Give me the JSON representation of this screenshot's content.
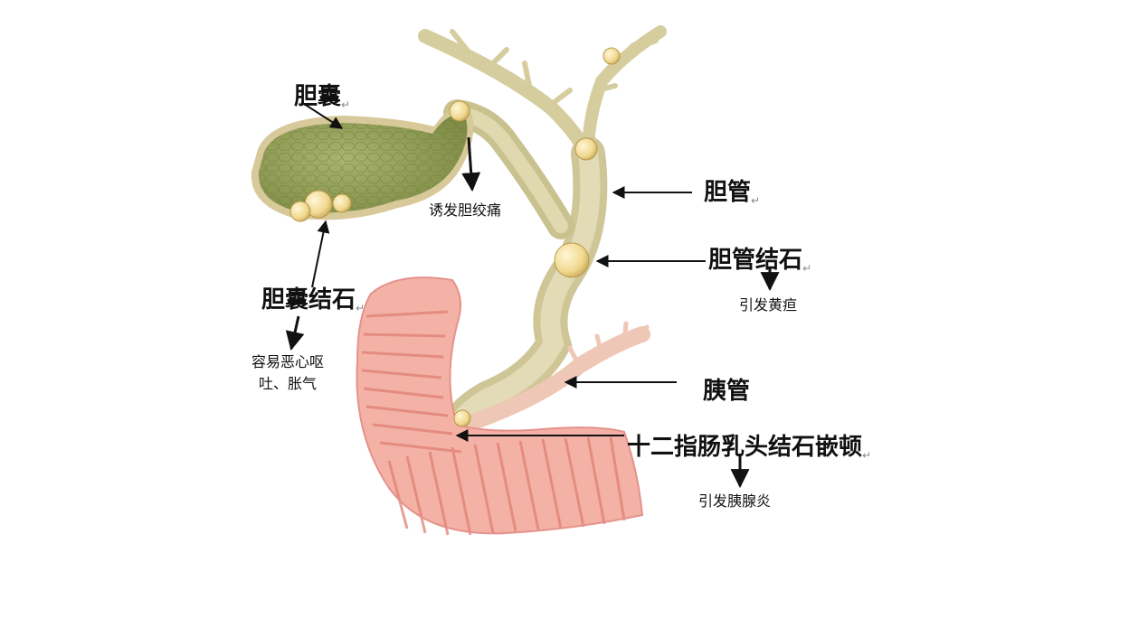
{
  "labels": {
    "gallbladder": "胆囊",
    "bile_duct": "胆管",
    "bile_duct_stone": "胆管结石",
    "gallstone": "胆囊结石",
    "pancreatic_duct": "胰管",
    "papilla_stone": "十二指肠乳头结石嵌顿"
  },
  "effects": {
    "colic": "诱发胆绞痛",
    "jaundice": "引发黄疸",
    "nausea_line1": "容易恶心呕",
    "nausea_line2": "吐、胀气",
    "pancreatitis": "引发胰腺炎"
  },
  "para_mark": "↵",
  "colors": {
    "gallbladder": "#98a863",
    "duct": "#d8d0a8",
    "stone": "#f3dc9a",
    "intestine": "#f0a497",
    "pancreatic": "#efc8b8"
  }
}
